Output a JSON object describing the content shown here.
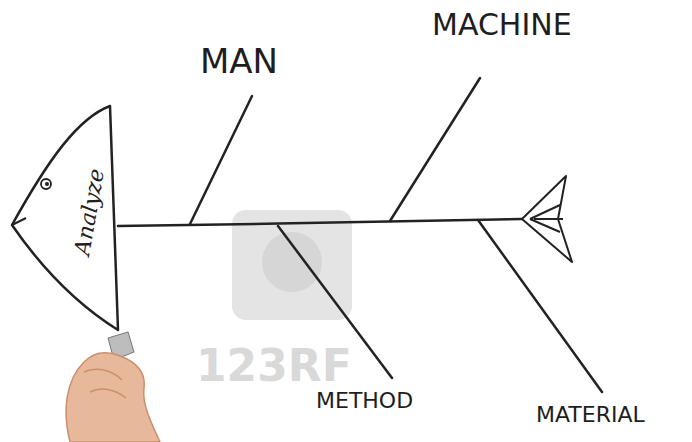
{
  "diagram": {
    "nodes": [
      {
        "text": [
          "Analyze"
        ]
      }
    ],
    "labels": [
      "MAN",
      "MACHINE",
      "METHOD",
      "MATERIAL",
      "123RF"
    ]
  }
}
